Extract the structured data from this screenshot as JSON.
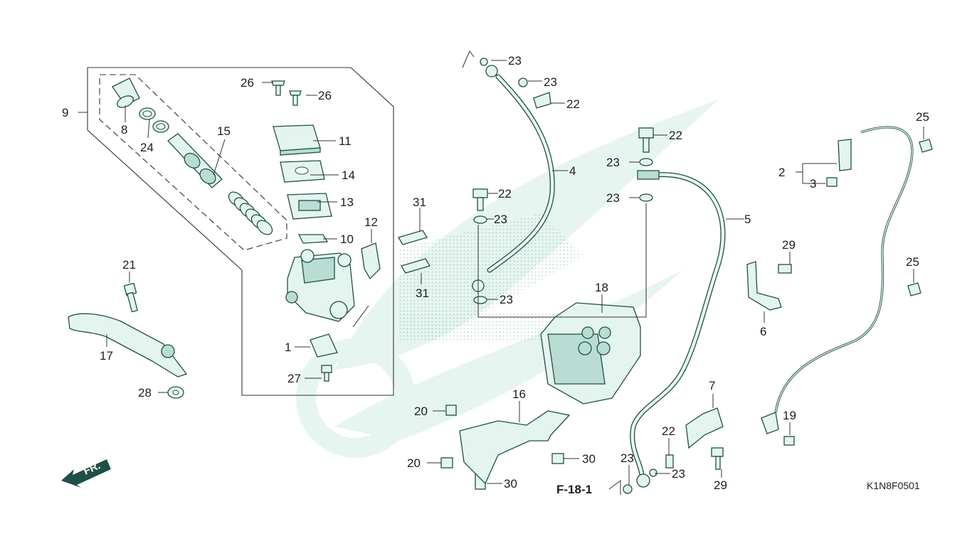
{
  "diagram": {
    "code": "K1N8F0501",
    "reference": "F-18-1",
    "front_marker": "FR.",
    "colors": {
      "part_fill": "#e4f4ef",
      "part_stroke": "#1f4f47",
      "watermark": "#e3f3ec",
      "text": "#1d1d1d"
    },
    "callouts": [
      {
        "id": "c1",
        "text": "1"
      },
      {
        "id": "c2",
        "text": "2"
      },
      {
        "id": "c3",
        "text": "3"
      },
      {
        "id": "c4",
        "text": "4"
      },
      {
        "id": "c5",
        "text": "5"
      },
      {
        "id": "c6",
        "text": "6"
      },
      {
        "id": "c7",
        "text": "7"
      },
      {
        "id": "c8",
        "text": "8"
      },
      {
        "id": "c9",
        "text": "9"
      },
      {
        "id": "c10",
        "text": "10"
      },
      {
        "id": "c11",
        "text": "11"
      },
      {
        "id": "c12",
        "text": "12"
      },
      {
        "id": "c13",
        "text": "13"
      },
      {
        "id": "c14",
        "text": "14"
      },
      {
        "id": "c15",
        "text": "15"
      },
      {
        "id": "c16",
        "text": "16"
      },
      {
        "id": "c17",
        "text": "17"
      },
      {
        "id": "c18",
        "text": "18"
      },
      {
        "id": "c19",
        "text": "19"
      },
      {
        "id": "c20a",
        "text": "20"
      },
      {
        "id": "c20b",
        "text": "20"
      },
      {
        "id": "c21",
        "text": "21"
      },
      {
        "id": "c22a",
        "text": "22"
      },
      {
        "id": "c22b",
        "text": "22"
      },
      {
        "id": "c22c",
        "text": "22"
      },
      {
        "id": "c22d",
        "text": "22"
      },
      {
        "id": "c23a",
        "text": "23"
      },
      {
        "id": "c23b",
        "text": "23"
      },
      {
        "id": "c23c",
        "text": "23"
      },
      {
        "id": "c23d",
        "text": "23"
      },
      {
        "id": "c23e",
        "text": "23"
      },
      {
        "id": "c23f",
        "text": "23"
      },
      {
        "id": "c23g",
        "text": "23"
      },
      {
        "id": "c23h",
        "text": "23"
      },
      {
        "id": "c24",
        "text": "24"
      },
      {
        "id": "c25a",
        "text": "25"
      },
      {
        "id": "c25b",
        "text": "25"
      },
      {
        "id": "c26a",
        "text": "26"
      },
      {
        "id": "c26b",
        "text": "26"
      },
      {
        "id": "c27",
        "text": "27"
      },
      {
        "id": "c28",
        "text": "28"
      },
      {
        "id": "c29a",
        "text": "29"
      },
      {
        "id": "c29b",
        "text": "29"
      },
      {
        "id": "c30a",
        "text": "30"
      },
      {
        "id": "c30b",
        "text": "30"
      },
      {
        "id": "c31a",
        "text": "31"
      },
      {
        "id": "c31b",
        "text": "31"
      }
    ]
  }
}
